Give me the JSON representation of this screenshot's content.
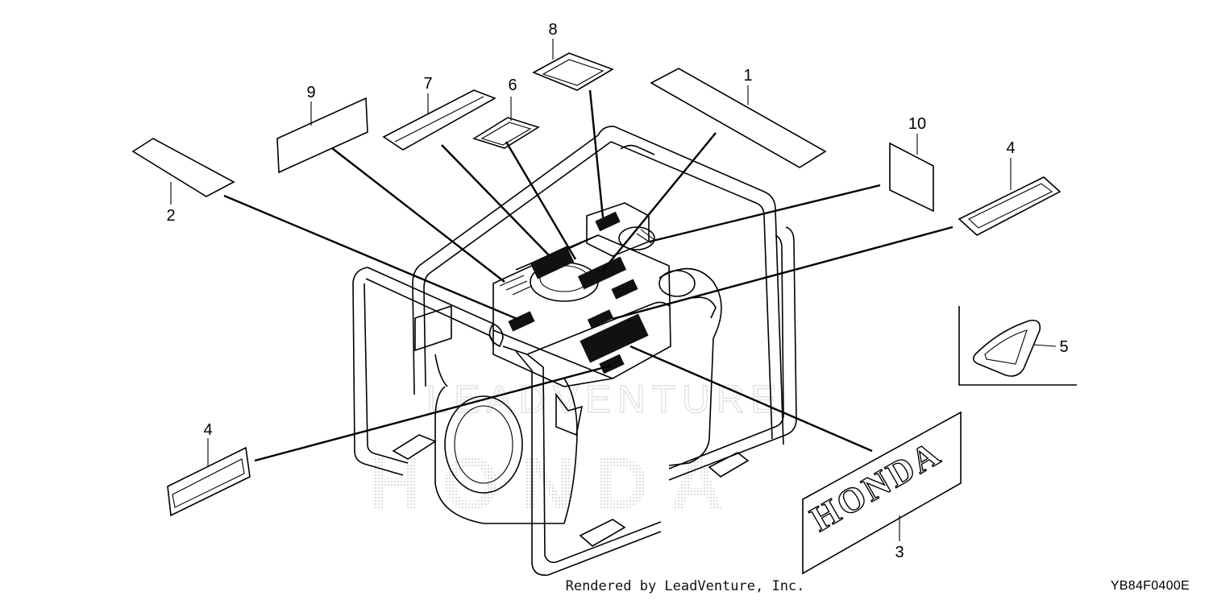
{
  "diagram": {
    "callouts": [
      {
        "id": "1",
        "label": "1"
      },
      {
        "id": "2",
        "label": "2"
      },
      {
        "id": "3",
        "label": "3"
      },
      {
        "id": "4a",
        "label": "4"
      },
      {
        "id": "4b",
        "label": "4"
      },
      {
        "id": "5",
        "label": "5"
      },
      {
        "id": "6",
        "label": "6"
      },
      {
        "id": "7",
        "label": "7"
      },
      {
        "id": "8",
        "label": "8"
      },
      {
        "id": "9",
        "label": "9"
      },
      {
        "id": "10",
        "label": "10"
      }
    ],
    "brand_emblem": "HONDA",
    "watermark_logo": "HONDA",
    "watermark_text": "LEADVENTURE"
  },
  "footer": {
    "credit": "Rendered by LeadVenture, Inc.",
    "drawing_id": "YB84F0400E"
  },
  "colors": {
    "line": "#000000",
    "watermark": "#d9d9d9",
    "background": "#ffffff"
  }
}
